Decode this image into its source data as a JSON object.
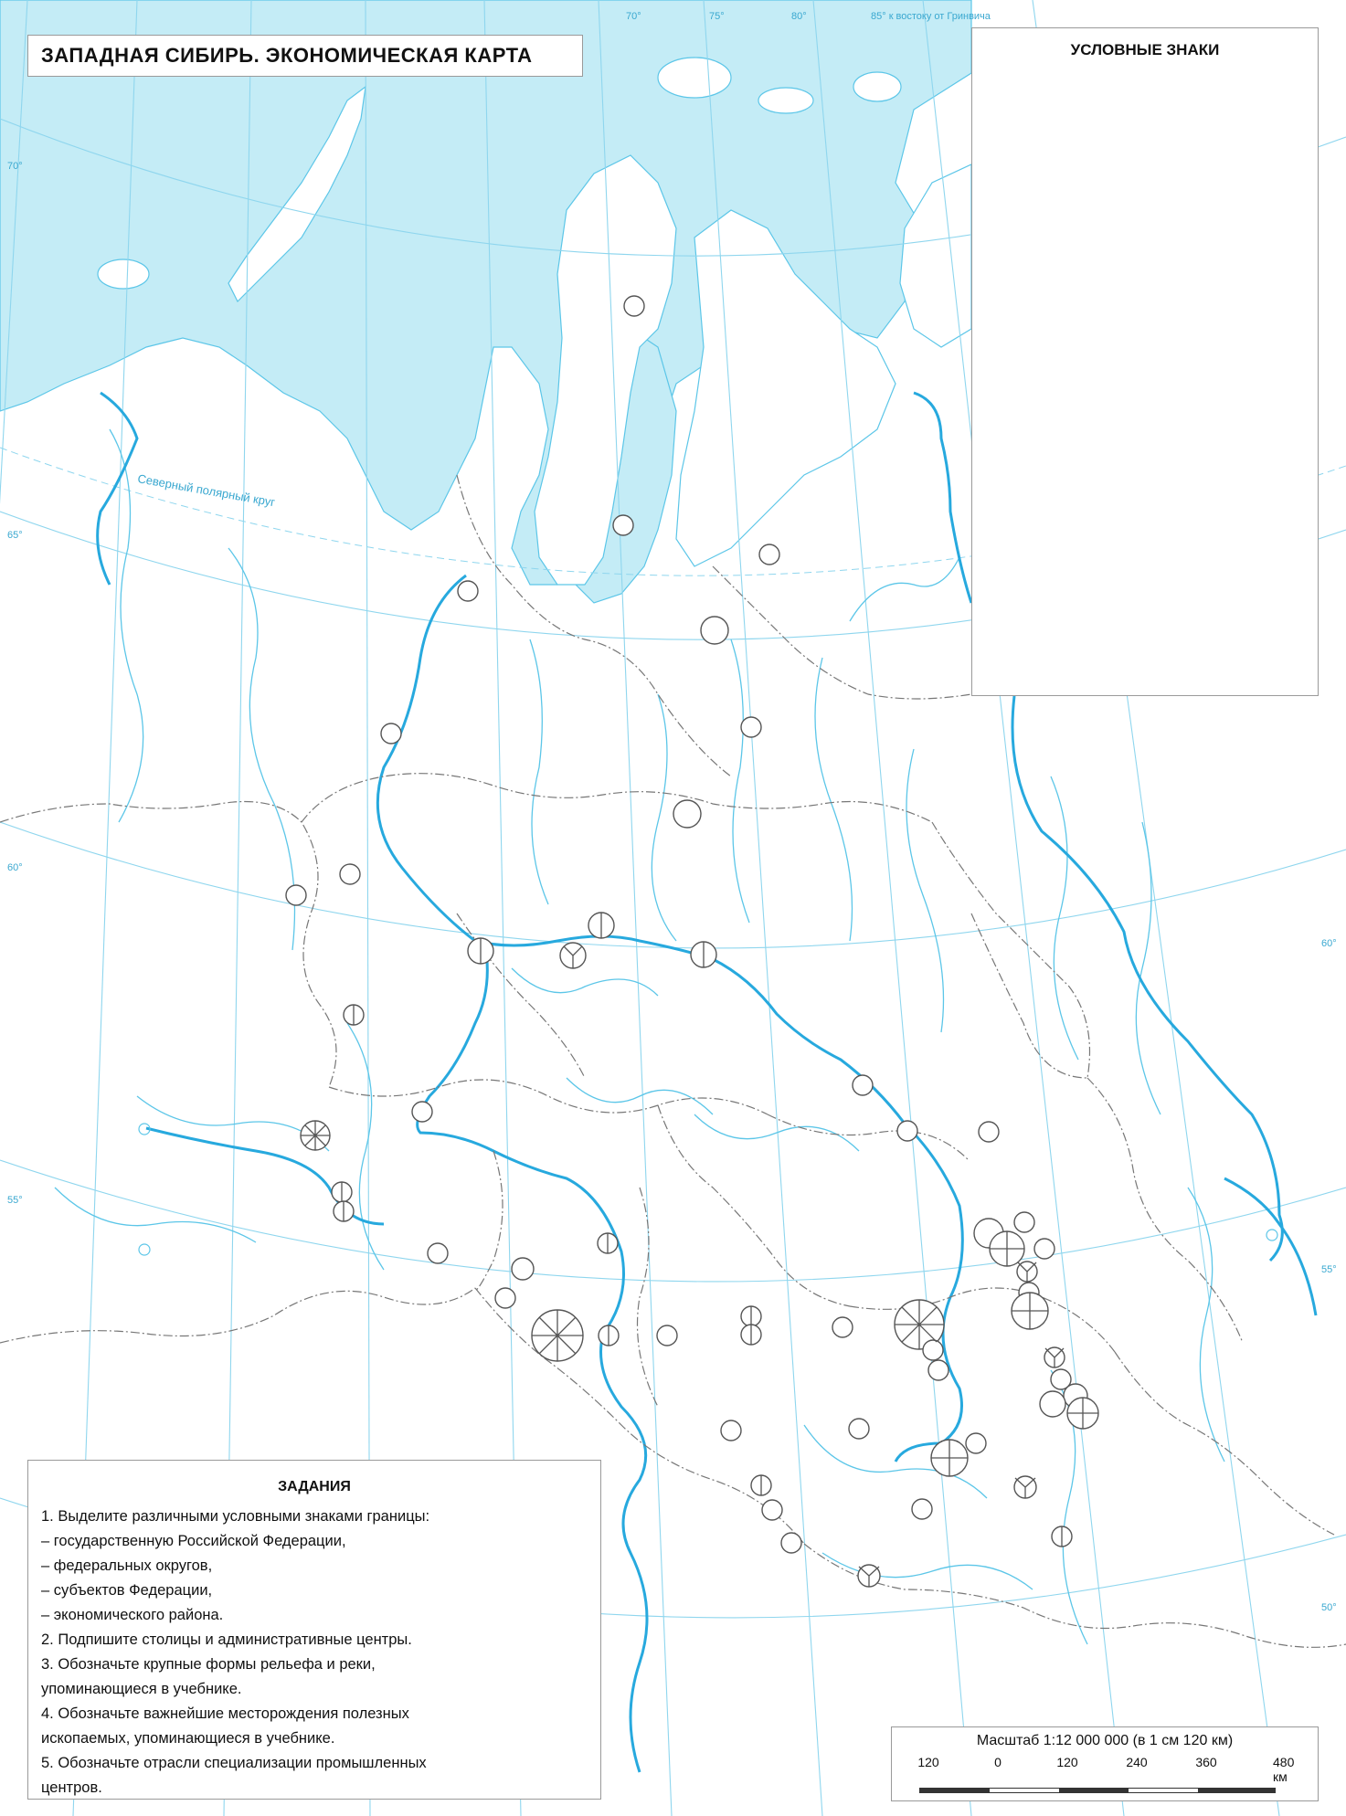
{
  "title": "ЗАПАДНАЯ СИБИРЬ. ЭКОНОМИЧЕСКАЯ КАРТА",
  "legend_title": "УСЛОВНЫЕ ЗНАКИ",
  "arctic_circle_label": "Северный полярный круг",
  "meridian_labels": [
    "70°",
    "75°",
    "80°",
    "85° к востоку от Гринвича"
  ],
  "parallel_labels_left": [
    "70°",
    "65°",
    "60°",
    "55°"
  ],
  "parallel_labels_right": [
    "60°",
    "55°",
    "50°"
  ],
  "tasks": {
    "title": "ЗАДАНИЯ",
    "lines": [
      "1. Выделите различными условными знаками границы:",
      "– государственную Российской Федерации,",
      "– федеральных округов,",
      "– субъектов Федерации,",
      "– экономического района.",
      "2. Подпишите столицы и административные центры.",
      "3. Обозначьте крупные формы рельефа и реки,",
      "упоминающиеся в учебнике.",
      "4. Обозначьте важнейшие месторождения полезных",
      "ископаемых, упоминающиеся в учебнике.",
      "5. Обозначьте отрасли специализации промышленных",
      "центров."
    ]
  },
  "scale": {
    "text": "Масштаб 1:12 000 000 (в 1 см 120 км)",
    "labels": [
      "120",
      "0",
      "120",
      "240",
      "360",
      "480 км"
    ]
  },
  "colors": {
    "water": "#c4ecf6",
    "river": "#5cc6e8",
    "main_river": "#27a9de",
    "grid": "#8fd6ee",
    "border": "#777777",
    "city": "#555555"
  }
}
